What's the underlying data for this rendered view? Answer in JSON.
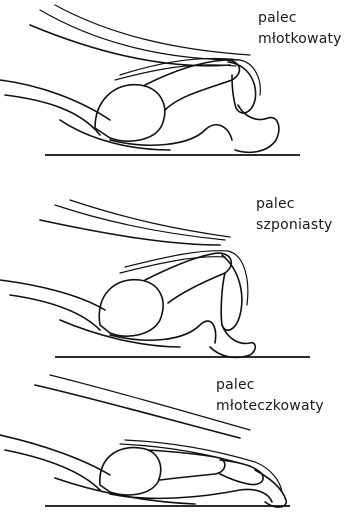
{
  "illustrations": [
    {
      "label_line1": "palec",
      "label_line2": "młotkowaty"
    },
    {
      "label_line1": "palec",
      "label_line2": "szponiasty"
    },
    {
      "label_line1": "palec",
      "label_line2": "młoteczkowaty"
    }
  ]
}
